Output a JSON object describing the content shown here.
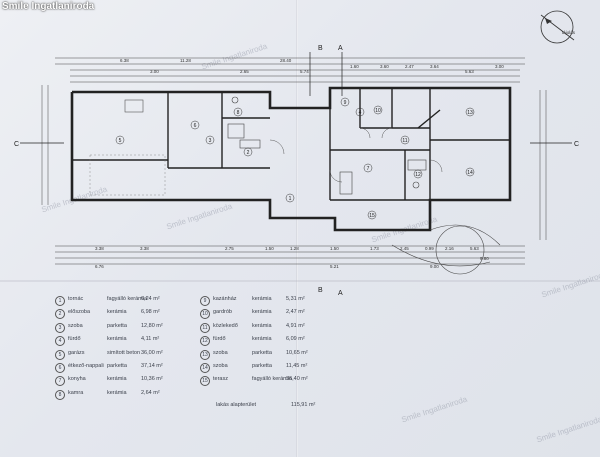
{
  "corner_label": "Smile Ingatlaniroda",
  "watermark_text": "Smile Ingatlaniroda",
  "north_arrow": {
    "label": "É",
    "subtext": "tájolás"
  },
  "sections": {
    "a": "A",
    "b": "B",
    "c": "C"
  },
  "dimensions_top": [
    "6.38",
    "11.28",
    "3.00",
    "2.65",
    "28.40",
    "5.74",
    "1.60",
    "3.60",
    "2.47",
    "3.64",
    "5.63",
    "3.00"
  ],
  "dimensions_bottom": [
    "3.38",
    "3.38",
    "2.75",
    "1.50",
    "1.28",
    "1.50",
    "1.73",
    "2.45",
    "0.99",
    "2.16",
    "5.63"
  ],
  "dimensions_bottom_total": [
    "6.76",
    "5.21",
    "9.00",
    "9.80"
  ],
  "room_labels": [
    "5",
    "6",
    "8",
    "9",
    "10",
    "11",
    "12",
    "13",
    "14",
    "1",
    "2",
    "3",
    "4",
    "7",
    "15"
  ],
  "legend": [
    {
      "n": "1",
      "name": "tornác",
      "floor": "fagyálló kerámia",
      "area": "6,24 m²"
    },
    {
      "n": "2",
      "name": "előszoba",
      "floor": "kerámia",
      "area": "6,98 m²"
    },
    {
      "n": "3",
      "name": "szoba",
      "floor": "parketta",
      "area": "12,80 m²"
    },
    {
      "n": "4",
      "name": "fürdő",
      "floor": "kerámia",
      "area": "4,11 m²"
    },
    {
      "n": "5",
      "name": "garázs",
      "floor": "simított beton",
      "area": "36,00 m²"
    },
    {
      "n": "6",
      "name": "étkező-nappali",
      "floor": "parketta",
      "area": "37,14 m²"
    },
    {
      "n": "7",
      "name": "konyha",
      "floor": "kerámia",
      "area": "10,36 m²"
    },
    {
      "n": "8",
      "name": "kamra",
      "floor": "kerámia",
      "area": "2,64 m²"
    },
    {
      "n": "9",
      "name": "kazánház",
      "floor": "kerámia",
      "area": "5,31 m²"
    },
    {
      "n": "10",
      "name": "gardrób",
      "floor": "kerámia",
      "area": "2,47 m²"
    },
    {
      "n": "11",
      "name": "közlekedő",
      "floor": "kerámia",
      "area": "4,91 m²"
    },
    {
      "n": "12",
      "name": "fürdő",
      "floor": "kerámia",
      "area": "6,09 m²"
    },
    {
      "n": "13",
      "name": "szoba",
      "floor": "parketta",
      "area": "10,65 m²"
    },
    {
      "n": "14",
      "name": "szoba",
      "floor": "parketta",
      "area": "11,45 m²"
    },
    {
      "n": "15",
      "name": "terasz",
      "floor": "fagyálló kerámia",
      "area": "36,40 m²"
    }
  ],
  "total": {
    "label": "lakás alapterület",
    "area": "115,91 m²"
  }
}
